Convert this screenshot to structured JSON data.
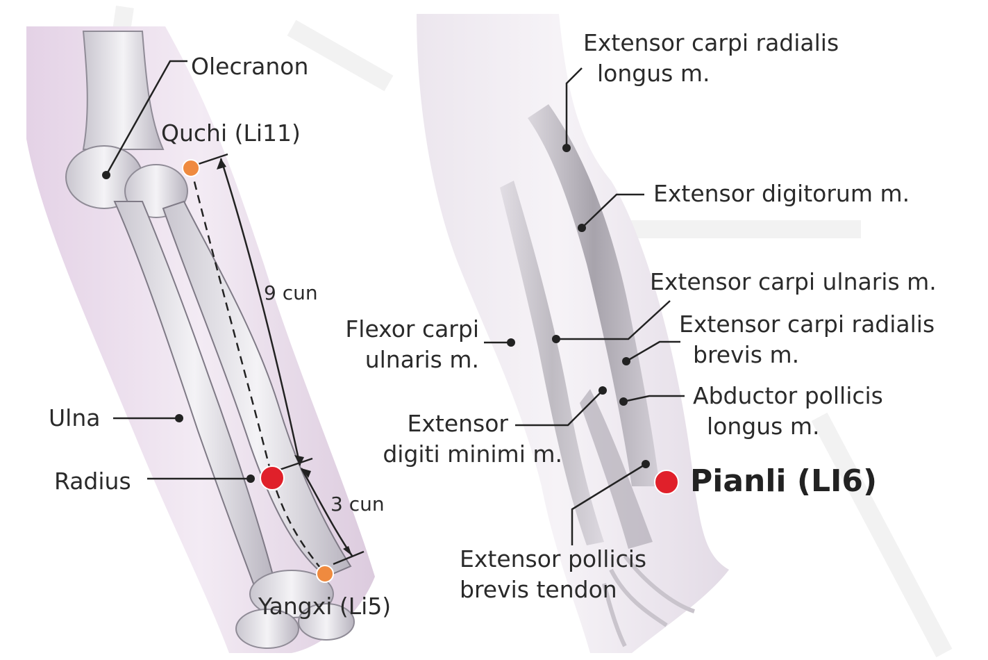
{
  "colors": {
    "acupoint_main": "#e0202a",
    "acupoint_ref": "#ef8a3f",
    "leader": "#222222",
    "label_text": "#2a2a2a"
  },
  "left_panel": {
    "olecranon": "Olecranon",
    "quchi": "Quchi (Li11)",
    "nine_cun": "9 cun",
    "ulna": "Ulna",
    "radius": "Radius",
    "three_cun": "3 cun",
    "yangxi": "Yangxi (Li5)"
  },
  "right_panel": {
    "ecrl_line1": "Extensor carpi radialis",
    "ecrl_line2": "longus m.",
    "extensor_digitorum": "Extensor digitorum m.",
    "ecu": "Extensor carpi ulnaris m.",
    "fcu_line1": "Flexor carpi",
    "fcu_line2": "ulnaris m.",
    "ecrb_line1": "Extensor carpi radialis",
    "ecrb_line2": "brevis m.",
    "apl_line1": "Abductor pollicis",
    "apl_line2": "longus m.",
    "edm_line1": "Extensor",
    "edm_line2": "digiti minimi m.",
    "pianli": "Pianli (LI6)",
    "epb_line1": "Extensor pollicis",
    "epb_line2": "brevis tendon"
  }
}
